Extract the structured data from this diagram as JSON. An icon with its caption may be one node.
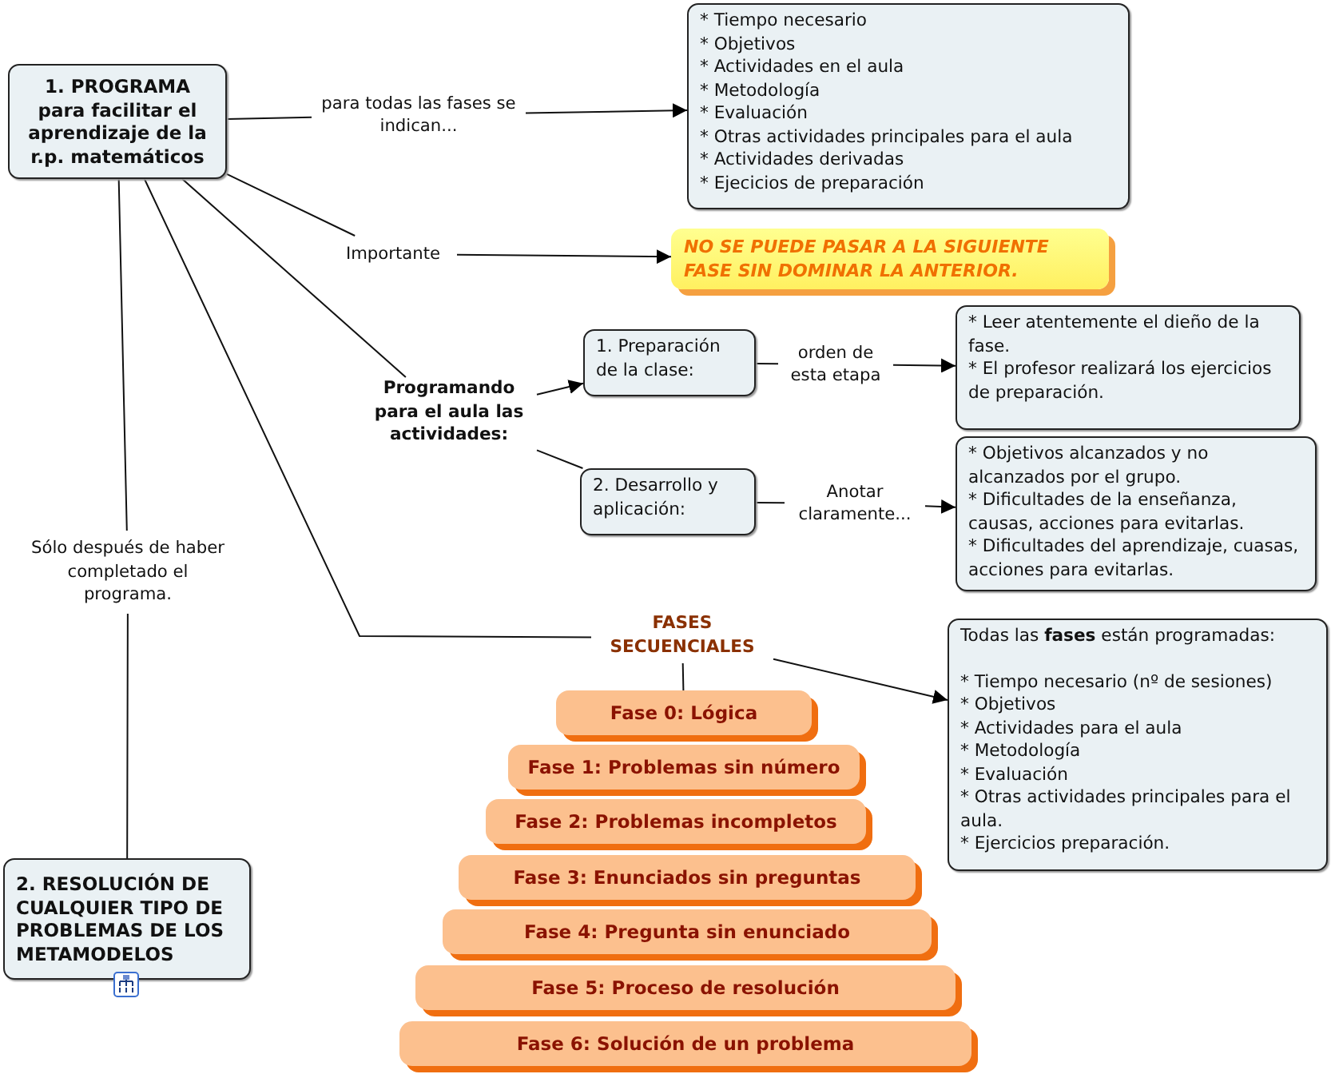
{
  "diagram": {
    "nodes": [
      {
        "text": [
          "1. PROGRAMA para facilitar el aprendizaje de la r.p. matemáticos"
        ]
      },
      {
        "text": [
          "* Tiempo necesario",
          "* Objetivos",
          "* Actividades en el aula",
          "* Metodología",
          "* Evaluación",
          "* Otras actividades principales para el aula",
          "* Actividades derivadas",
          "* Ejecicios de preparación"
        ]
      },
      {
        "text": [
          "NO SE PUEDE PASAR A LA SIGUIENTE FASE SIN DOMINAR LA ANTERIOR."
        ]
      },
      {
        "text": [
          "Programando para el aula las actividades:"
        ]
      },
      {
        "text": [
          "1. Preparación de la clase:"
        ]
      },
      {
        "text": [
          "* Leer atentemente el dieño de la fase.",
          "* El profesor realizará los ejercicios de preparación."
        ]
      },
      {
        "text": [
          "2. Desarrollo y aplicación:"
        ]
      },
      {
        "text": [
          "* Objetivos alcanzados y no alcanzados por el grupo.",
          "* Dificultades de la enseñanza, causas, acciones para evitarlas.",
          "* Dificultades del aprendizaje, cuasas, acciones para evitarlas."
        ]
      },
      {
        "text": [
          "FASES SECUENCIALES"
        ]
      },
      {
        "text": [
          "Todas las **fases** están programadas:",
          "* Tiempo necesario (nº de sesiones)",
          "* Objetivos",
          "* Actividades para el aula",
          "* Metodología",
          "* Evaluación",
          "* Otras actividades principales para el aula.",
          "* Ejercicios preparación."
        ]
      },
      {
        "text": [
          "Fase 0: Lógica"
        ]
      },
      {
        "text": [
          "Fase 1: Problemas sin número"
        ]
      },
      {
        "text": [
          "Fase 2: Problemas incompletos"
        ]
      },
      {
        "text": [
          "Fase 3: Enunciados sin preguntas"
        ]
      },
      {
        "text": [
          "Fase 4: Pregunta sin enunciado"
        ]
      },
      {
        "text": [
          "Fase 5: Proceso de resolución"
        ]
      },
      {
        "text": [
          "Fase 6: Solución de un problema"
        ]
      },
      {
        "text": [
          "2. RESOLUCIÓN DE CUALQUIER TIPO DE PROBLEMAS DE LOS METAMODELOS"
        ]
      }
    ],
    "edges": [
      {
        "from": 0,
        "to": 1,
        "arrow": "to",
        "label": "para todas las fases se indican..."
      },
      {
        "from": 0,
        "to": 2,
        "arrow": "to",
        "label": "Importante"
      },
      {
        "from": 0,
        "to": 3,
        "arrow": "none"
      },
      {
        "from": 3,
        "to": 4,
        "arrow": "to"
      },
      {
        "from": 3,
        "to": 6,
        "arrow": "none"
      },
      {
        "from": 4,
        "to": 5,
        "arrow": "to",
        "label": "orden de esta etapa"
      },
      {
        "from": 6,
        "to": 7,
        "arrow": "to",
        "label": "Anotar claramente..."
      },
      {
        "from": 0,
        "to": 8,
        "arrow": "none"
      },
      {
        "from": 8,
        "to": 9,
        "arrow": "to"
      },
      {
        "from": 8,
        "to": 10,
        "arrow": "none"
      },
      {
        "from": 0,
        "to": 17,
        "arrow": "none",
        "label": "Sólo después de haber completado el programa."
      }
    ]
  }
}
